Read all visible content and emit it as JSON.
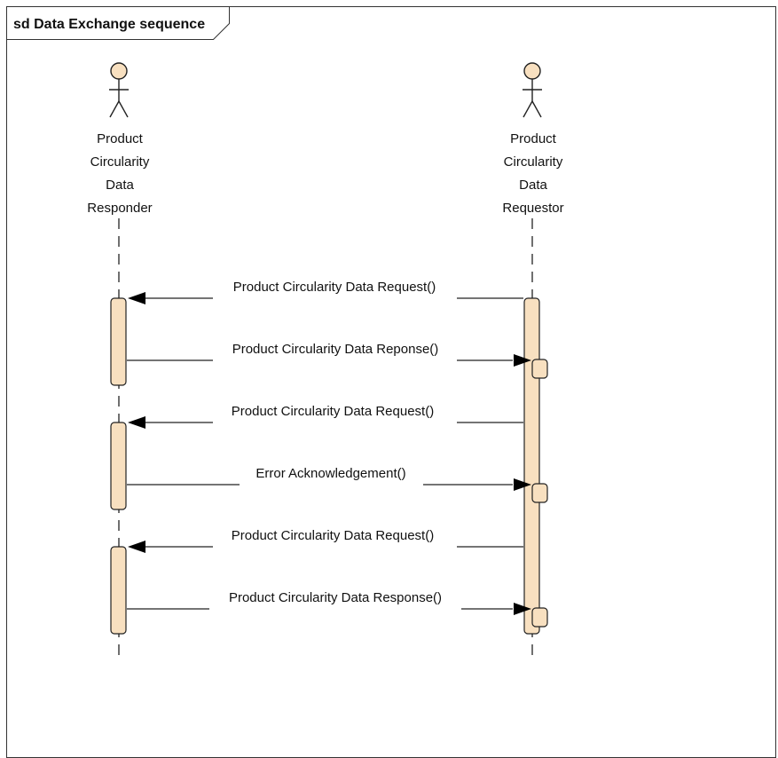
{
  "frame": {
    "title": "sd Data Exchange sequence"
  },
  "actors": [
    {
      "id": "responder",
      "name_lines": [
        "Product",
        "Circularity",
        "Data",
        "Responder"
      ]
    },
    {
      "id": "requestor",
      "name_lines": [
        "Product",
        "Circularity",
        "Data",
        "Requestor"
      ]
    }
  ],
  "messages": [
    {
      "label": "Product Circularity Data Request()",
      "from": "requestor",
      "to": "responder"
    },
    {
      "label": "Product Circularity Data Reponse()",
      "from": "responder",
      "to": "requestor"
    },
    {
      "label": "Product Circularity Data Request()",
      "from": "requestor",
      "to": "responder"
    },
    {
      "label": "Error Acknowledgement()",
      "from": "responder",
      "to": "requestor"
    },
    {
      "label": "Product Circularity Data Request()",
      "from": "requestor",
      "to": "responder"
    },
    {
      "label": "Product Circularity Data Response()",
      "from": "responder",
      "to": "requestor"
    }
  ],
  "colors": {
    "activation_fill": "#f8e0c0",
    "stroke": "#222222",
    "actor_head_fill": "#f8e0c0"
  },
  "icons": {
    "actor": "stick-figure-icon",
    "frame_tab": "frame-title-tab"
  }
}
